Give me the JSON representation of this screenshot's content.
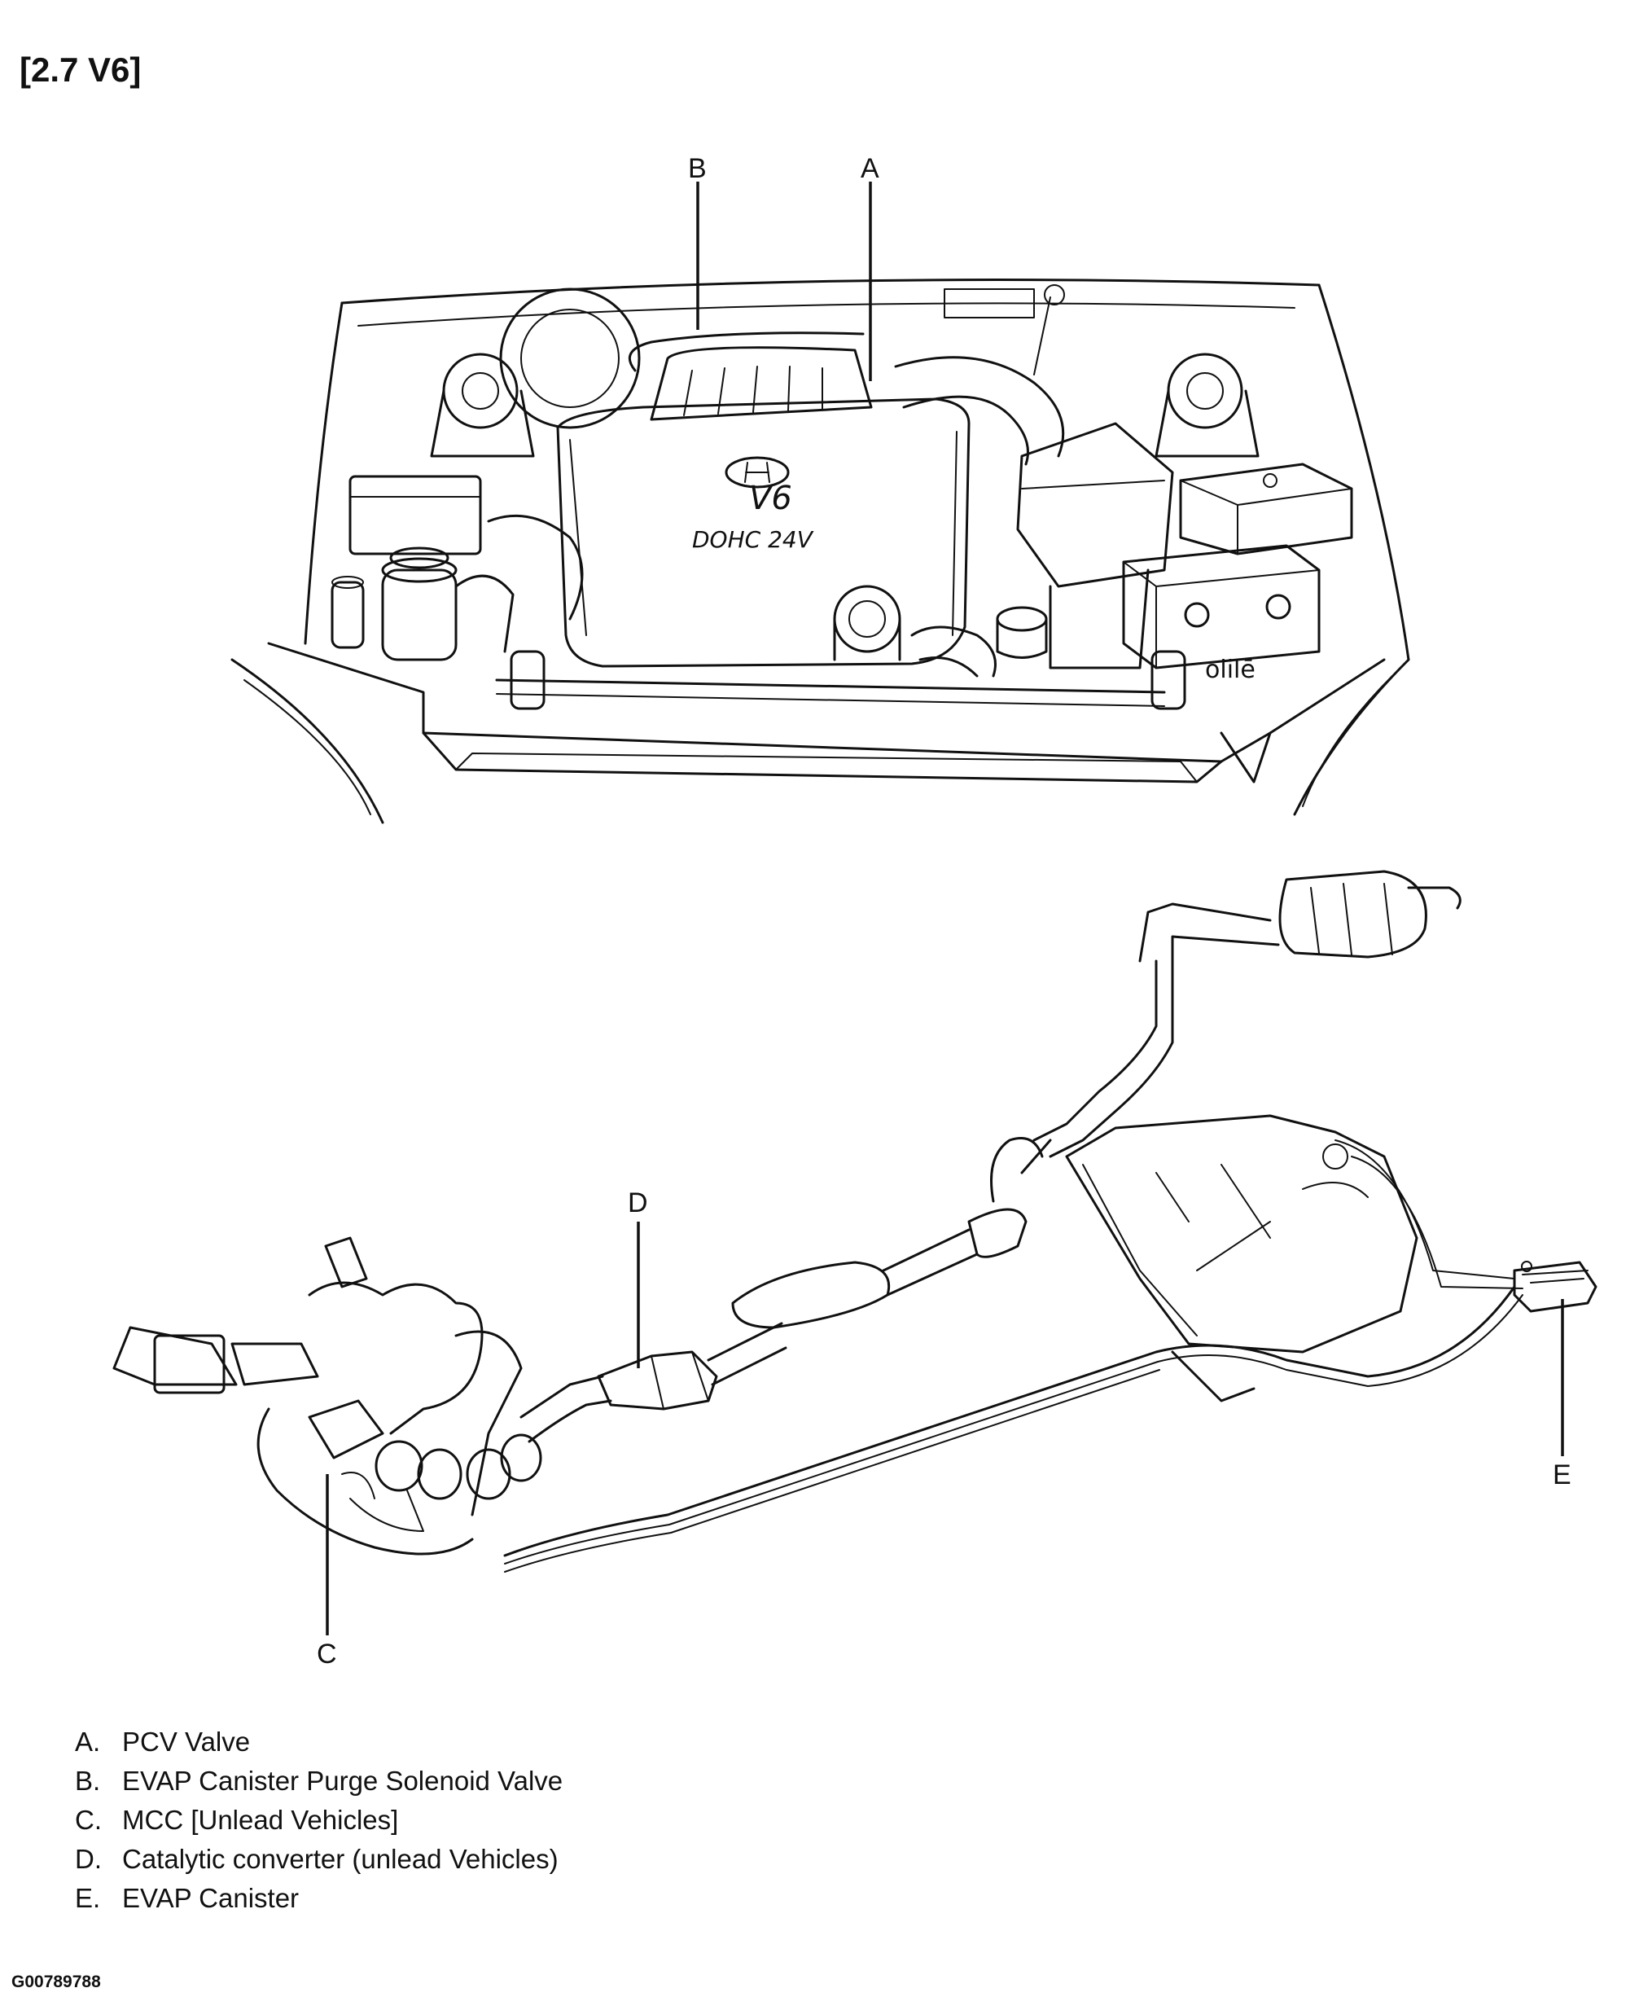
{
  "heading": "[2.7 V6]",
  "engine_cover": {
    "badge_line1": "V6",
    "badge_line2": "DOHC 24V"
  },
  "battery_label": "olilē",
  "callouts": {
    "a": "A",
    "b": "B",
    "c": "C",
    "d": "D",
    "e": "E"
  },
  "legend": [
    {
      "letter": "A.",
      "text": "PCV Valve"
    },
    {
      "letter": "B.",
      "text": "EVAP Canister Purge Solenoid Valve"
    },
    {
      "letter": "C.",
      "text": "MCC [Unlead Vehicles]"
    },
    {
      "letter": "D.",
      "text": "Catalytic converter (unlead Vehicles)"
    },
    {
      "letter": "E.",
      "text": "EVAP Canister"
    }
  ],
  "figure_id": "G00789788"
}
